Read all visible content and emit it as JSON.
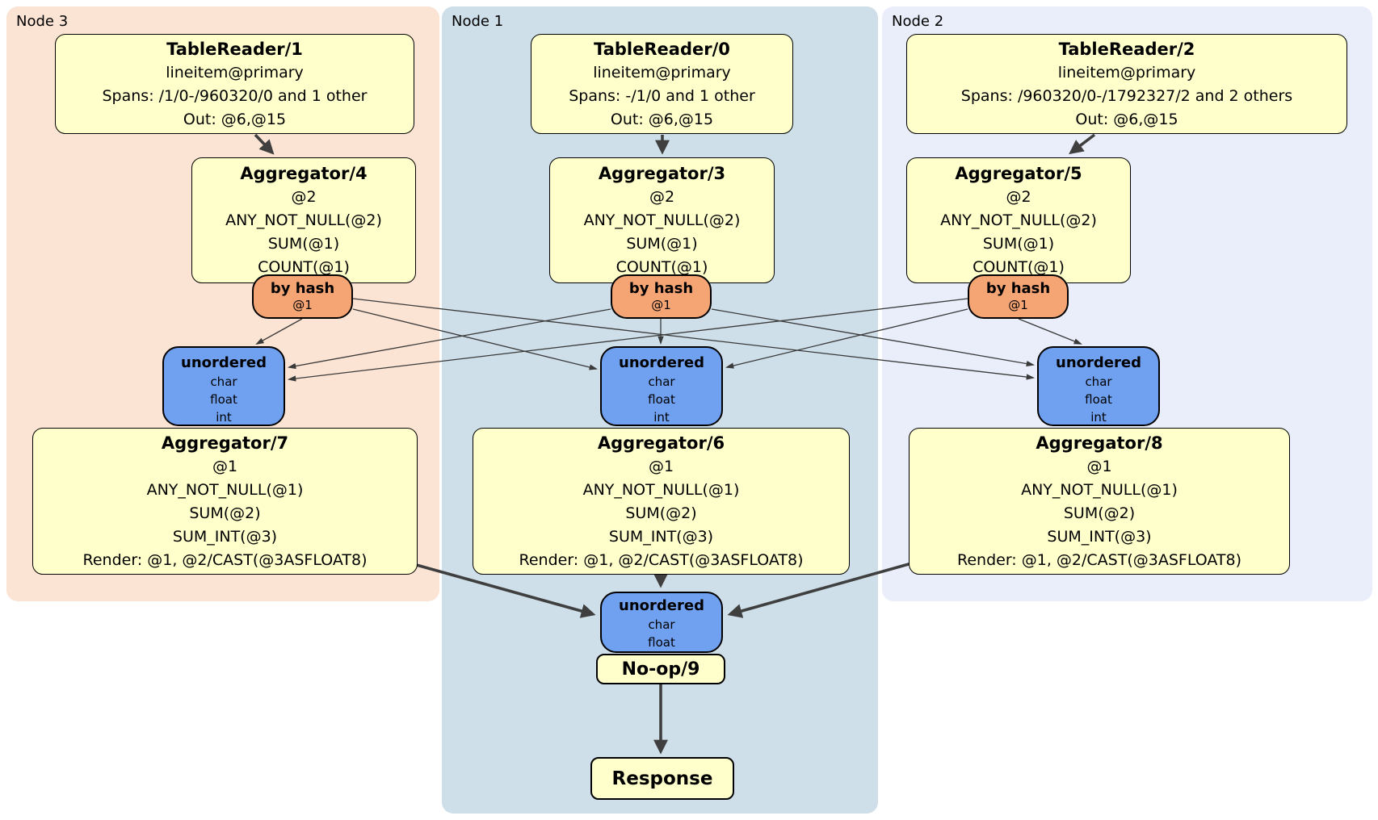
{
  "diagram": {
    "regions": [
      {
        "label": "Node 3",
        "color": "#fce4d4"
      },
      {
        "label": "Node 1",
        "color": "#cfdfe9"
      },
      {
        "label": "Node 2",
        "color": "#e9eefa"
      }
    ],
    "processors": {
      "tr1": {
        "title": "TableReader/1",
        "lines": [
          "lineitem@primary",
          "Spans: /1/0-/960320/0 and 1 other",
          "Out: @6,@15"
        ]
      },
      "tr0": {
        "title": "TableReader/0",
        "lines": [
          "lineitem@primary",
          "Spans: -/1/0 and 1 other",
          "Out: @6,@15"
        ]
      },
      "tr2": {
        "title": "TableReader/2",
        "lines": [
          "lineitem@primary",
          "Spans: /960320/0-/1792327/2 and 2 others",
          "Out: @6,@15"
        ]
      },
      "agg4": {
        "title": "Aggregator/4",
        "lines": [
          "@2",
          "ANY_NOT_NULL(@2)",
          "SUM(@1)",
          "COUNT(@1)"
        ]
      },
      "agg3": {
        "title": "Aggregator/3",
        "lines": [
          "@2",
          "ANY_NOT_NULL(@2)",
          "SUM(@1)",
          "COUNT(@1)"
        ]
      },
      "agg5": {
        "title": "Aggregator/5",
        "lines": [
          "@2",
          "ANY_NOT_NULL(@2)",
          "SUM(@1)",
          "COUNT(@1)"
        ]
      },
      "agg7": {
        "title": "Aggregator/7",
        "lines": [
          "@1",
          "ANY_NOT_NULL(@1)",
          "SUM(@2)",
          "SUM_INT(@3)",
          "Render: @1, @2/CAST(@3ASFLOAT8)"
        ]
      },
      "agg6": {
        "title": "Aggregator/6",
        "lines": [
          "@1",
          "ANY_NOT_NULL(@1)",
          "SUM(@2)",
          "SUM_INT(@3)",
          "Render: @1, @2/CAST(@3ASFLOAT8)"
        ]
      },
      "agg8": {
        "title": "Aggregator/8",
        "lines": [
          "@1",
          "ANY_NOT_NULL(@1)",
          "SUM(@2)",
          "SUM_INT(@3)",
          "Render: @1, @2/CAST(@3ASFLOAT8)"
        ]
      },
      "noop": {
        "title": "No-op/9"
      },
      "response": {
        "title": "Response"
      }
    },
    "router": {
      "title": "by hash",
      "tag": "@1"
    },
    "streams": {
      "unordered_cfi": {
        "title": "unordered",
        "items": [
          "char",
          "float",
          "int"
        ]
      },
      "unordered_cf": {
        "title": "unordered",
        "items": [
          "char",
          "float"
        ]
      }
    },
    "colors": {
      "processor_fill": "#ffffcc",
      "router_fill": "#f5a473",
      "stream_fill": "#70a0f0",
      "edge": "#3f3f3f",
      "node3_bg": "#fce4d4",
      "node1_bg": "#cfdfe9",
      "node2_bg": "#e9eefa"
    }
  }
}
